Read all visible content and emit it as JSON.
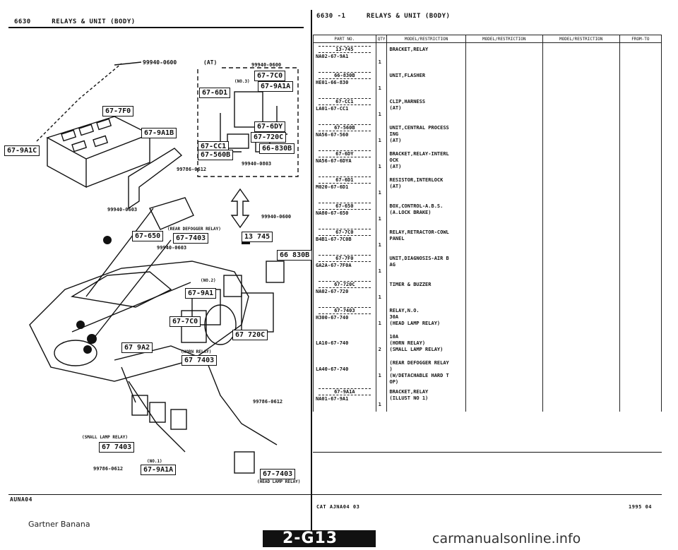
{
  "left_header": {
    "section": "6630",
    "title": "RELAYS & UNIT (BODY)"
  },
  "right_header": {
    "section": "6630 -1",
    "title": "RELAYS & UNIT (BODY)"
  },
  "diagram": {
    "callouts": [
      "67-9A1C",
      "67-7F0",
      "67-9A1B",
      "67-6D1",
      "67-7C0",
      "67-9A1A",
      "67-6DY",
      "67-720C",
      "67-CC1",
      "67-560B",
      "66-830B",
      "67-650",
      "67-7403",
      "13 745",
      "66 830B",
      "67-9A1",
      "67-7C0",
      "67 720C",
      "67 9A2",
      "67 7403",
      "67 7403",
      "67-9A1A",
      "67-7403"
    ],
    "part_labels": [
      "99940-0600",
      "(AT)",
      "99940-0600",
      "(NO.3)",
      "99940-0803",
      "99786-0612",
      "99940-0603",
      "99940-0600",
      "(REAR DEFOGGER RELAY)",
      "99940-0603",
      "(NO.2)",
      "(HORN RELAY)",
      "99786-0612",
      "(SMALL LAMP RELAY)",
      "99786-0612",
      "(NO.1)",
      "(HEAD LAMP RELAY)"
    ]
  },
  "table": {
    "headers": [
      "PART NO.",
      "QTY",
      "MODEL/RESTRICTION",
      "MODEL/RESTRICTION",
      "MODEL/RESTRICTION",
      "FROM-TO"
    ],
    "rows": [
      {
        "box": "13-745",
        "part": "NA02-67-9A1",
        "qty": "1",
        "desc": "BRACKET,RELAY"
      },
      {
        "box": "66-830B",
        "part": "HE01-66-830",
        "qty": "1",
        "desc": "UNIT,FLASHER"
      },
      {
        "box": "67-CC1",
        "part": "LA01-67-CC1",
        "qty": "1",
        "desc": "CLIP,HARNESS\n(AT)"
      },
      {
        "box": "67-560B",
        "part": "NA56-67-560",
        "qty": "1",
        "desc": "UNIT,CENTRAL PROCESS\nING\n(AT)"
      },
      {
        "box": "67-6DY",
        "part": "NA56-67-6DYA",
        "qty": "1",
        "desc": "BRACKET,RELAY-INTERL\nOCK\n(AT)"
      },
      {
        "box": "67-6D1",
        "part": "M020-67-6D1",
        "qty": "1",
        "desc": "RESISTOR,INTERLOCK\n(AT)"
      },
      {
        "box": "67-650",
        "part": "NA80-67-650",
        "qty": "1",
        "desc": "BOX,CONTROL-A.B.S.\n(A.LOCK BRAKE)"
      },
      {
        "box": "67-7C0",
        "part": "B4B1-67-7C0B",
        "qty": "1",
        "desc": "RELAY,RETRACTOR-COWL\nPANEL"
      },
      {
        "box": "67-7F0",
        "part": "GA2A-67-7F0A",
        "qty": "1",
        "desc": "UNIT,DIAGNOSIS-AIR B\nAG"
      },
      {
        "box": "67-720C",
        "part": "NA02-67-720",
        "qty": "1",
        "desc": "TIMER & BUZZER"
      },
      {
        "box": "67-7403",
        "part": "H300-67-740",
        "qty": "1",
        "desc": "RELAY,N.O.\n30A\n(HEAD LAMP RELAY)"
      },
      {
        "box": "",
        "part": "LA10-67-740",
        "qty": "2",
        "desc": "10A\n(HORN RELAY)\n(SMALL LAMP RELAY)"
      },
      {
        "box": "",
        "part": "LA40-67-740",
        "qty": "1",
        "desc": "(REAR DEFOGGER RELAY\n)\n(W/DETACHABLE HARD T\nOP)"
      },
      {
        "box": "67-9A1A",
        "part": "NA01-67-9A1",
        "qty": "1",
        "desc": "BRACKET,RELAY\n(ILLUST NO 1)"
      }
    ]
  },
  "footer": {
    "left_code": "AUNA04",
    "cat": "CAT AJNA04 03",
    "date": "1995 04",
    "page_badge": "2-G13",
    "watermark_left": "Gartner Banana",
    "watermark_right": "carmanualsonline.info"
  }
}
